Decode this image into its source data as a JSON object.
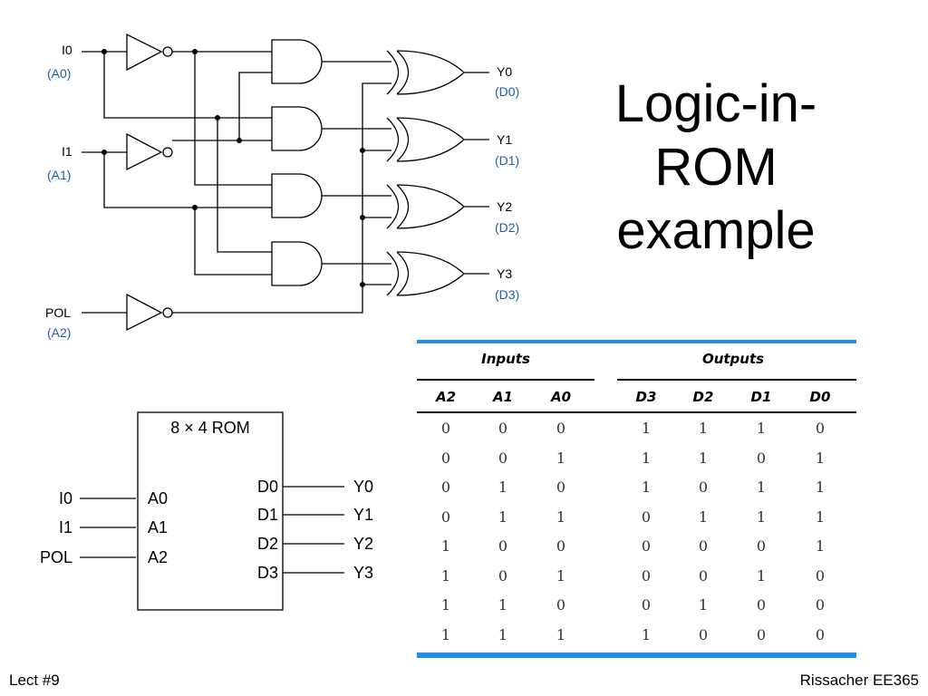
{
  "slide": {
    "title_lines": [
      "Logic-in-",
      "ROM",
      "example"
    ],
    "footer_left": "Lect #9",
    "footer_right": "Rissacher EE365"
  },
  "schematic": {
    "inputs": [
      {
        "name": "I0",
        "alias": "(A0)"
      },
      {
        "name": "I1",
        "alias": "(A1)"
      },
      {
        "name": "POL",
        "alias": "(A2)"
      }
    ],
    "outputs": [
      {
        "name": "Y0",
        "alias": "(D0)"
      },
      {
        "name": "Y1",
        "alias": "(D1)"
      },
      {
        "name": "Y2",
        "alias": "(D2)"
      },
      {
        "name": "Y3",
        "alias": "(D3)"
      }
    ],
    "alias_color": "#1f5fa8"
  },
  "rom_block": {
    "title": "8 × 4 ROM",
    "address_pins": [
      "A0",
      "A1",
      "A2"
    ],
    "data_pins": [
      "D0",
      "D1",
      "D2",
      "D3"
    ],
    "input_signals": [
      "I0",
      "I1",
      "POL"
    ],
    "output_signals": [
      "Y0",
      "Y1",
      "Y2",
      "Y3"
    ]
  },
  "truth_table": {
    "group_inputs": "Inputs",
    "group_outputs": "Outputs",
    "input_headers": [
      "A2",
      "A1",
      "A0"
    ],
    "output_headers": [
      "D3",
      "D2",
      "D1",
      "D0"
    ],
    "rows": [
      [
        "0",
        "0",
        "0",
        "1",
        "1",
        "1",
        "0"
      ],
      [
        "0",
        "0",
        "1",
        "1",
        "1",
        "0",
        "1"
      ],
      [
        "0",
        "1",
        "0",
        "1",
        "0",
        "1",
        "1"
      ],
      [
        "0",
        "1",
        "1",
        "0",
        "1",
        "1",
        "1"
      ],
      [
        "1",
        "0",
        "0",
        "0",
        "0",
        "0",
        "1"
      ],
      [
        "1",
        "0",
        "1",
        "0",
        "0",
        "1",
        "0"
      ],
      [
        "1",
        "1",
        "0",
        "0",
        "1",
        "0",
        "0"
      ],
      [
        "1",
        "1",
        "1",
        "1",
        "0",
        "0",
        "0"
      ]
    ],
    "rule_color": "#1e90e6"
  }
}
